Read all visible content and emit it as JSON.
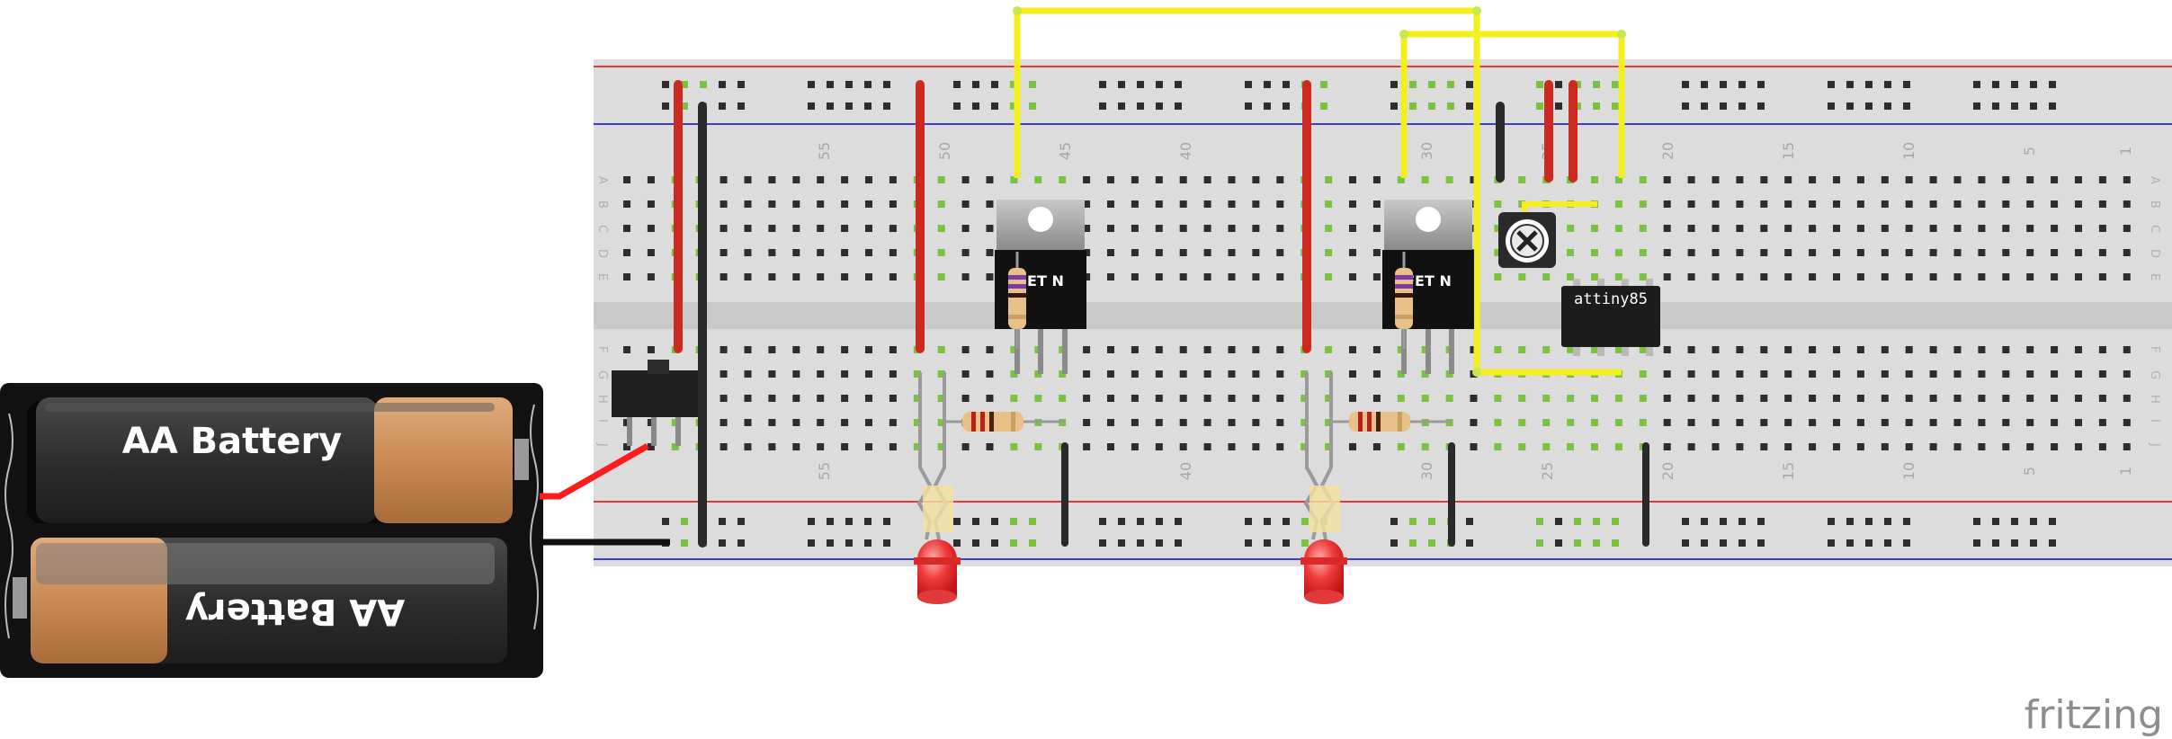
{
  "battery_pack": {
    "top_label": "AA Battery",
    "bottom_label": "AA Battery"
  },
  "chip": {
    "label": "attiny85"
  },
  "transistors": {
    "label_1": "FET N",
    "label_2": "FET N"
  },
  "breadboard": {
    "top_column_numbers": [
      "55",
      "50",
      "45",
      "40",
      "30",
      "25",
      "20",
      "15",
      "10",
      "5",
      "1"
    ],
    "bottom_column_numbers": [
      "55",
      "40",
      "30",
      "25",
      "20",
      "15",
      "10",
      "5",
      "1"
    ],
    "row_letters_top": [
      "A",
      "B",
      "C",
      "D",
      "E"
    ],
    "row_letters_bottom": [
      "F",
      "G",
      "H",
      "I",
      "J"
    ]
  },
  "watermark": {
    "text": "fritzing"
  },
  "colors": {
    "power_wire": "#d42b1e",
    "ground_wire": "#2a2a2a",
    "signal_wire": "#f3ee1c",
    "breadboard": "#dcdcdc",
    "led": "#e8232a",
    "battery_copper": "#c98b55"
  }
}
